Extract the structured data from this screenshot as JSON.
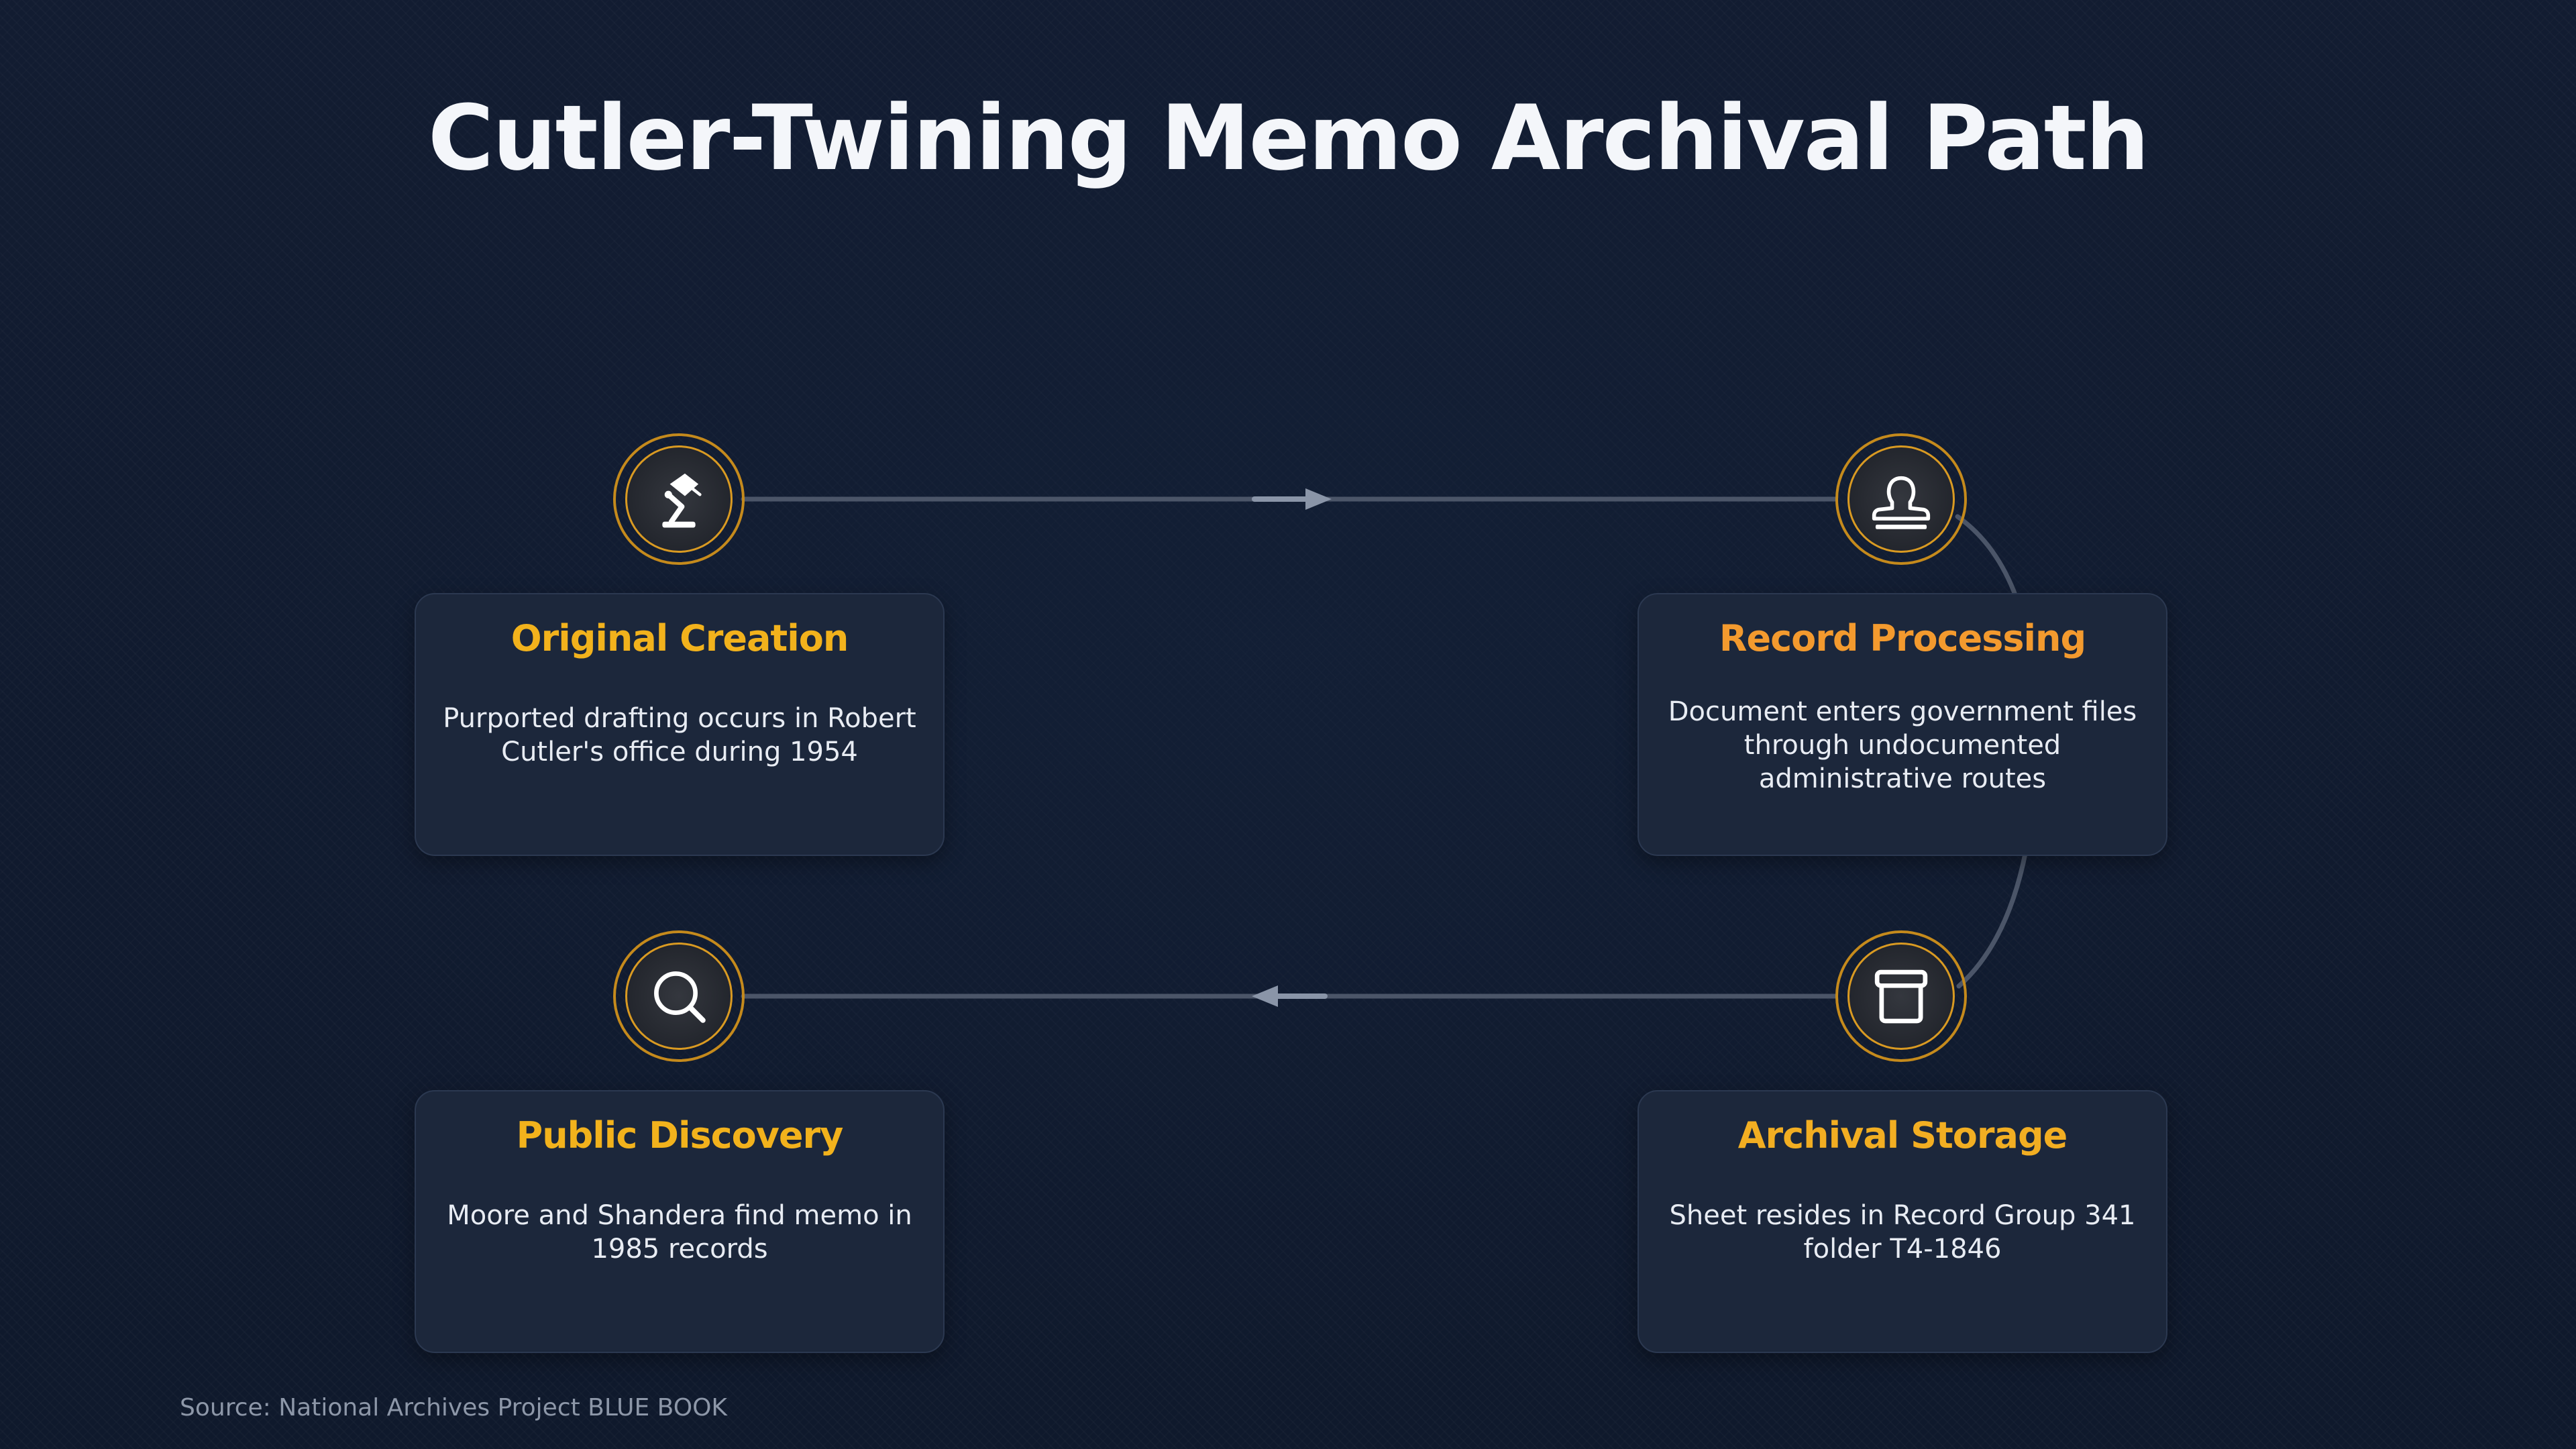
{
  "title": "Cutler-Twining Memo Archival Path",
  "colors": {
    "accent_gold": "#f2b21c",
    "accent_orange": "#f39a2e",
    "ring": "#d99a22",
    "connector": "#4b5568",
    "arrow": "#8a95a8",
    "background": "#111b2f",
    "card": "#1c273b"
  },
  "steps": [
    {
      "title": "Original Creation",
      "description": "Purported drafting occurs in Robert Cutler's office during 1954",
      "icon": "desk-lamp-icon",
      "title_color": "#f2b21c"
    },
    {
      "title": "Record Processing",
      "description": "Document enters government files through undocumented administrative routes",
      "icon": "stamp-icon",
      "title_color": "#f39a2e"
    },
    {
      "title": "Archival Storage",
      "description": "Sheet resides in Record Group 341 folder T4-1846",
      "icon": "archive-box-icon",
      "title_color": "#f2ae22"
    },
    {
      "title": "Public Discovery",
      "description": "Moore and Shandera find memo in 1985 records",
      "icon": "magnifier-icon",
      "title_color": "#f2b21c"
    }
  ],
  "source": "Source: National Archives Project BLUE BOOK"
}
